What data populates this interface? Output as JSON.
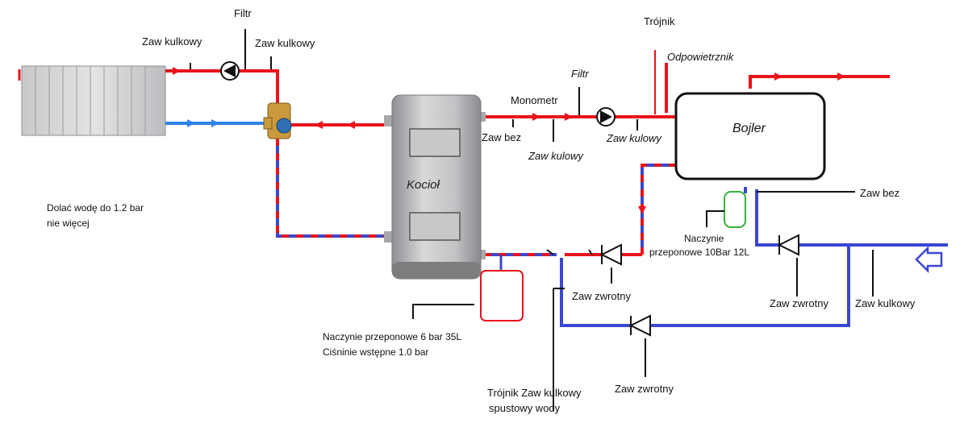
{
  "labels": {
    "filtr_top": "Filtr",
    "zaw_kulkowy_left": "Zaw kulkowy",
    "zaw_kulkowy_mid": "Zaw kulkowy",
    "note_line1": "Dolać wodę  do 1.2 bar",
    "note_line2": "nie więcej",
    "kociol": "Kocioł",
    "monometr": "Monometr",
    "filtr_right": "Filtr",
    "zaw_bez_top": "Zaw bez",
    "zaw_kulowy_1": "Zaw kulowy",
    "zaw_kulowy_2": "Zaw kulowy",
    "trojnik": "Trójnik",
    "odpowietrznik": "Odpowietrznik",
    "bojler": "Bojler",
    "zaw_bez_right": "Zaw bez",
    "naczynie_small_1": "Naczynie",
    "naczynie_small_2": "przeponowe 10Bar 12L",
    "zaw_zwrotny_1": "Zaw zwrotny",
    "zaw_zwrotny_2": "Zaw zwrotny",
    "zaw_zwrotny_3": "Zaw zwrotny",
    "zaw_kulkowy_right": "Zaw kulkowy",
    "naczynie_big_1": "Naczynie przeponowe 6 bar 35L",
    "naczynie_big_2": "Ciśninie wstępne 1.0 bar",
    "trojnik_bottom_1": "Trójnik Zaw kulkowy",
    "trojnik_bottom_2": "spustowy wody"
  },
  "colors": {
    "hot": "#e8131b",
    "cold": "#3a47d0",
    "mixed_blue": "#2f83e6",
    "expansion_red": "#e8131b",
    "expansion_green": "#37b33b"
  }
}
